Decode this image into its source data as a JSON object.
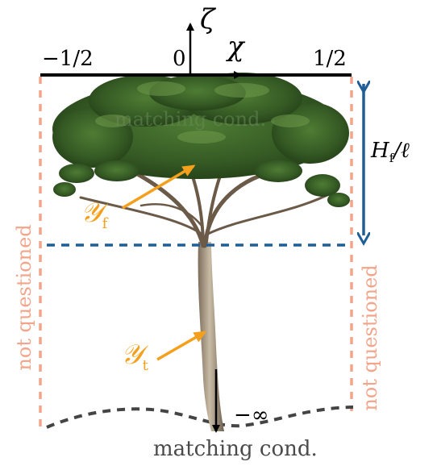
{
  "axes": {
    "horizontal_var": "χ",
    "vertical_var": "ζ",
    "tick_left": "−1/2",
    "tick_zero": "0",
    "tick_right": "1/2"
  },
  "labels": {
    "height": "H",
    "height_sub": "f",
    "height_tail": "/ℓ",
    "crown_symbol": "𝒴",
    "crown_sub": "f",
    "trunk_symbol": "𝒴",
    "trunk_sub": "t",
    "minus_infinity": "−∞",
    "matching_top": "matching cond.",
    "matching_bottom": "matching cond.",
    "left_side": "not questioned",
    "right_side": "not questioned"
  },
  "colors": {
    "orange": "#f5a01c",
    "blue": "#1f5e96",
    "salmon": "#f2a58a",
    "dark_dash": "#444444",
    "foliage": "#3f6a2c"
  }
}
